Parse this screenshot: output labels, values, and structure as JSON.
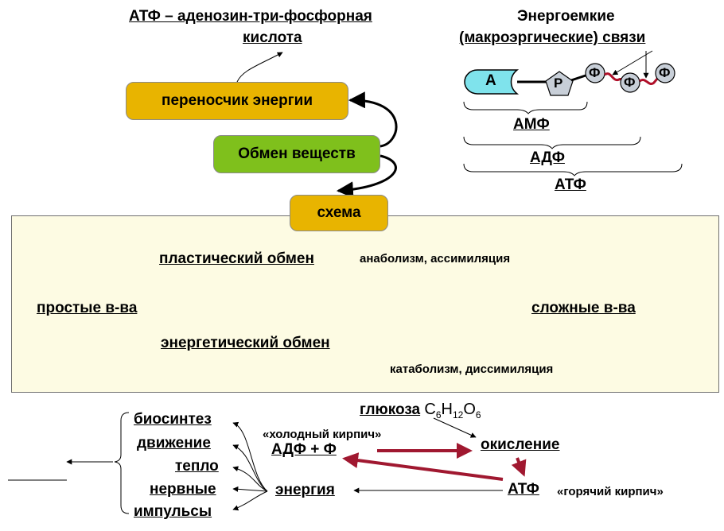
{
  "atp_title": {
    "line1": "АТФ – аденозин-три-фосфорная",
    "line2": "кислота"
  },
  "macroergic": {
    "line1": "Энергоемкие",
    "line2": "(макроэргические) связи"
  },
  "molecule": {
    "adenine": "А",
    "ribose": "Р",
    "phosphate1": "Ф",
    "phosphate2": "Ф",
    "phosphate3": "Ф"
  },
  "labels": {
    "amp": "АМФ",
    "adp": "АДФ",
    "atp": "АТФ"
  },
  "boxes": {
    "carrier": "переносчик энергии",
    "metabolism": "Обмен веществ",
    "scheme": "схема"
  },
  "scheme": {
    "plastic": "пластический обмен",
    "anabolism": "анаболизм, ассимиляция",
    "simple": "простые в-ва",
    "complex": "сложные в-ва",
    "energetic": "энергетический обмен",
    "catabolism": "катаболизм, диссимиляция"
  },
  "uses": [
    "биосинтез",
    "движение",
    "тепло",
    "нервные",
    "импульсы"
  ],
  "cycle": {
    "glucose": "глюкоза",
    "formula": {
      "c": "C",
      "c_sub": "6",
      "h": "H",
      "h_sub": "12",
      "o": "O",
      "o_sub": "6"
    },
    "cold_brick": "«холодный кирпич»",
    "adp_p": "АДФ + Ф",
    "oxidation": "окисление",
    "atp": "АТФ",
    "hot_brick": "«горячий кирпич»",
    "energy": "энергия"
  },
  "colors": {
    "orange_box": "#e8b400",
    "green_box": "#7fc01c",
    "scheme_bg": "#fdfbe3",
    "adenine": "#7fe3ec",
    "phosphate": "#c8cfd8",
    "bond": "#b0102a",
    "arrow_red": "#a01830",
    "dot": "#f03a14"
  }
}
